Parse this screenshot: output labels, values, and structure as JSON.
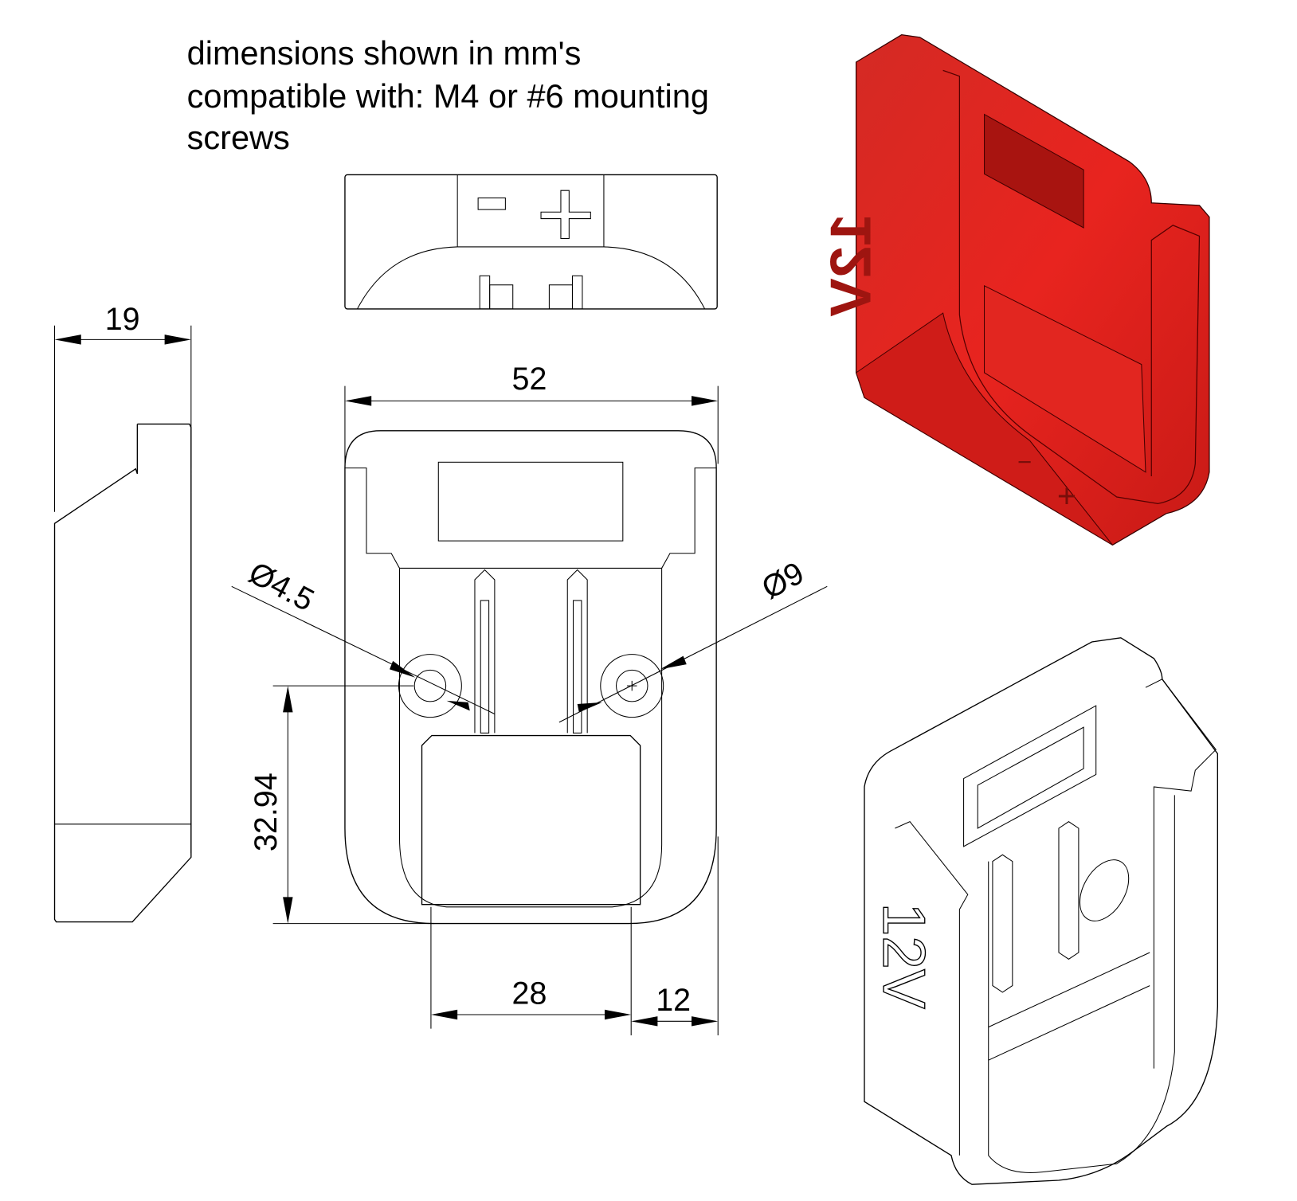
{
  "notes": {
    "line1": "dimensions shown in mm's",
    "line2": "compatible with: M4 or #6 mounting",
    "line3": "screws"
  },
  "dimensions": {
    "depth": "19",
    "width": "52",
    "small_hole": "Ø4.5",
    "large_hole": "Ø9",
    "hole_height": "32.94",
    "tab_width": "28",
    "edge_offset": "12"
  },
  "part": {
    "voltage_label": "12V",
    "minus_symbol": "−",
    "plus_symbol": "+",
    "render_color": "#e3231f"
  }
}
